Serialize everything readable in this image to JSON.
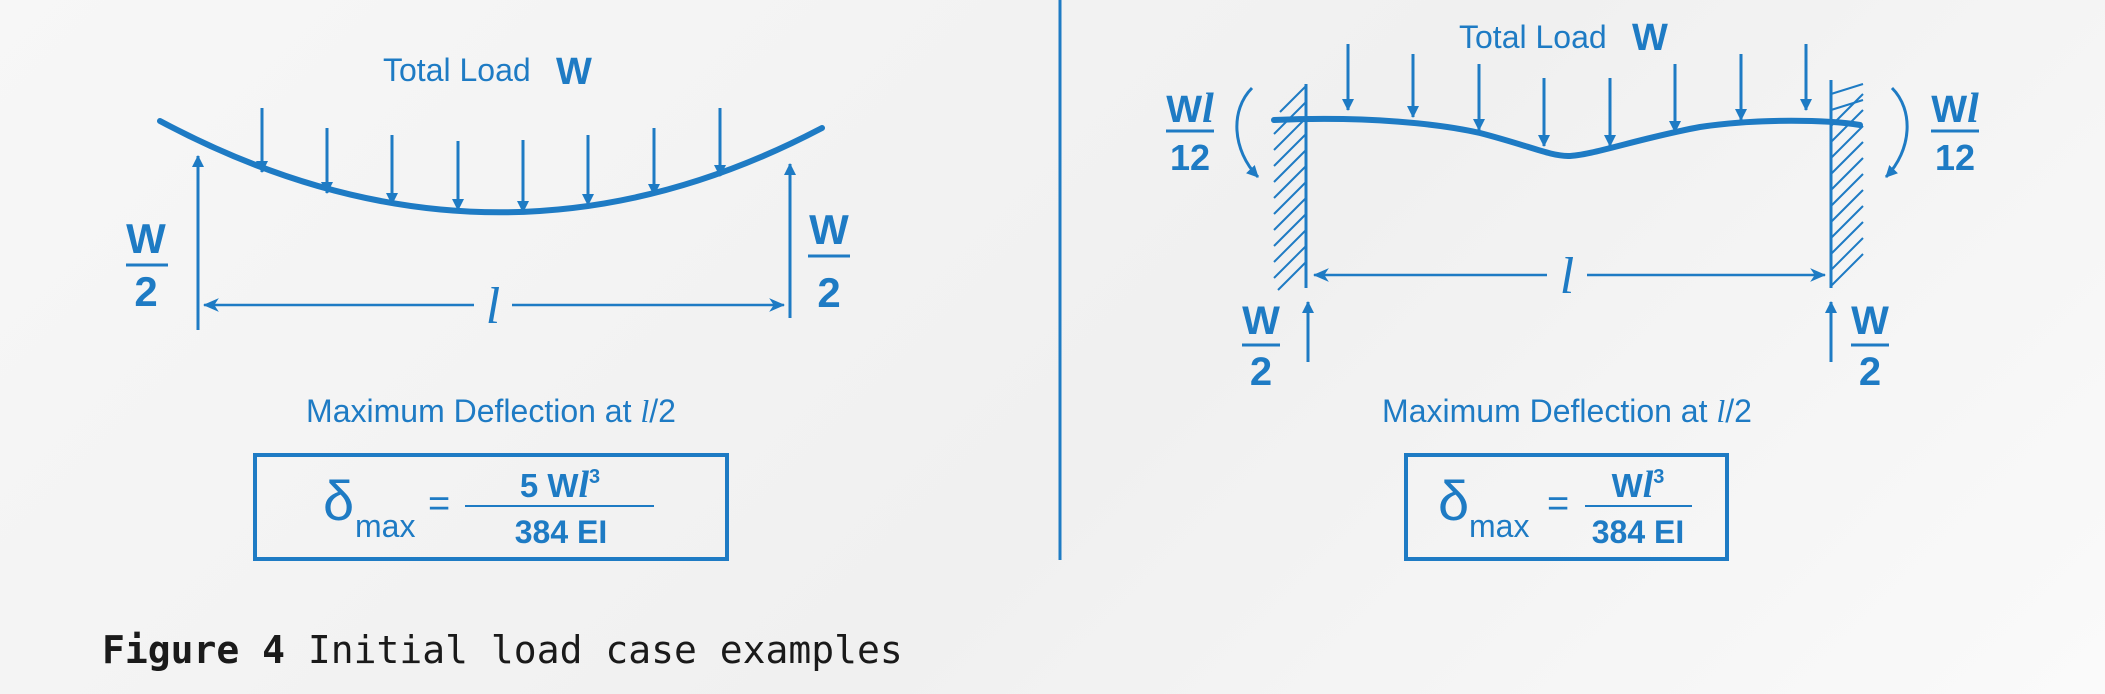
{
  "colors": {
    "diagram": "#1e7bc4",
    "caption": "#1a1a1a"
  },
  "left_panel": {
    "total_load": "Total Load",
    "load_symbol": "W",
    "reaction_numerator": "W",
    "reaction_denominator": "2",
    "span_label": "l",
    "deflection_note": "Maximum Deflection at ",
    "deflection_at": "l",
    "deflection_at_denominator": "/2",
    "formula": {
      "delta": "δ",
      "subscript": "max",
      "equals": "=",
      "numerator_coeff": "5 W",
      "numerator_l": "l",
      "numerator_exp": "3",
      "denominator": "384 EI"
    }
  },
  "right_panel": {
    "total_load": "Total Load",
    "load_symbol": "W",
    "moment_numerator_w": "W",
    "moment_numerator_l": "l",
    "moment_denominator": "12",
    "reaction_numerator": "W",
    "reaction_denominator": "2",
    "span_label": "l",
    "deflection_note": "Maximum Deflection at ",
    "deflection_at": "l",
    "deflection_at_denominator": "/2",
    "formula": {
      "delta": "δ",
      "subscript": "max",
      "equals": "=",
      "numerator_coeff": "W",
      "numerator_l": "l",
      "numerator_exp": "3",
      "denominator": "384 EI"
    }
  },
  "caption": {
    "label": "Figure 4",
    "text": " Initial load case examples"
  }
}
